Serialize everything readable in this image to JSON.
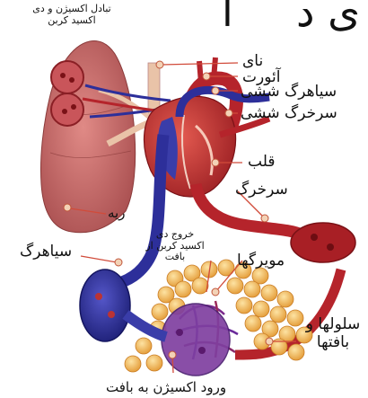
{
  "labels": {
    "gas_exchange": "تبادل اکسیژن و دی اکسید کربن",
    "trachea": "نای",
    "aorta": "آئورت",
    "pulmonary_vein": "سیاهرگ ششی",
    "pulmonary_artery": "سرخرگ ششی",
    "heart": "قلب",
    "artery": "سرخرگ",
    "lung": "ریه",
    "vein": "سیاهرگ",
    "co2_exit": "خروج دی اکسید کربن از بافت",
    "capillaries": "مویرگها",
    "cells_tissues": "سلولها و بافتها",
    "o2_entry": "ورود اکسیژن به بافت"
  },
  "header_fragments": [
    "ا",
    "ی د"
  ],
  "colors": {
    "lung": "#c86464",
    "arterial_blood": "#b5242b",
    "venous_blood": "#2d2f9a",
    "tissue_cells": "#f2b04a",
    "leader_line": "#d14b3a"
  }
}
